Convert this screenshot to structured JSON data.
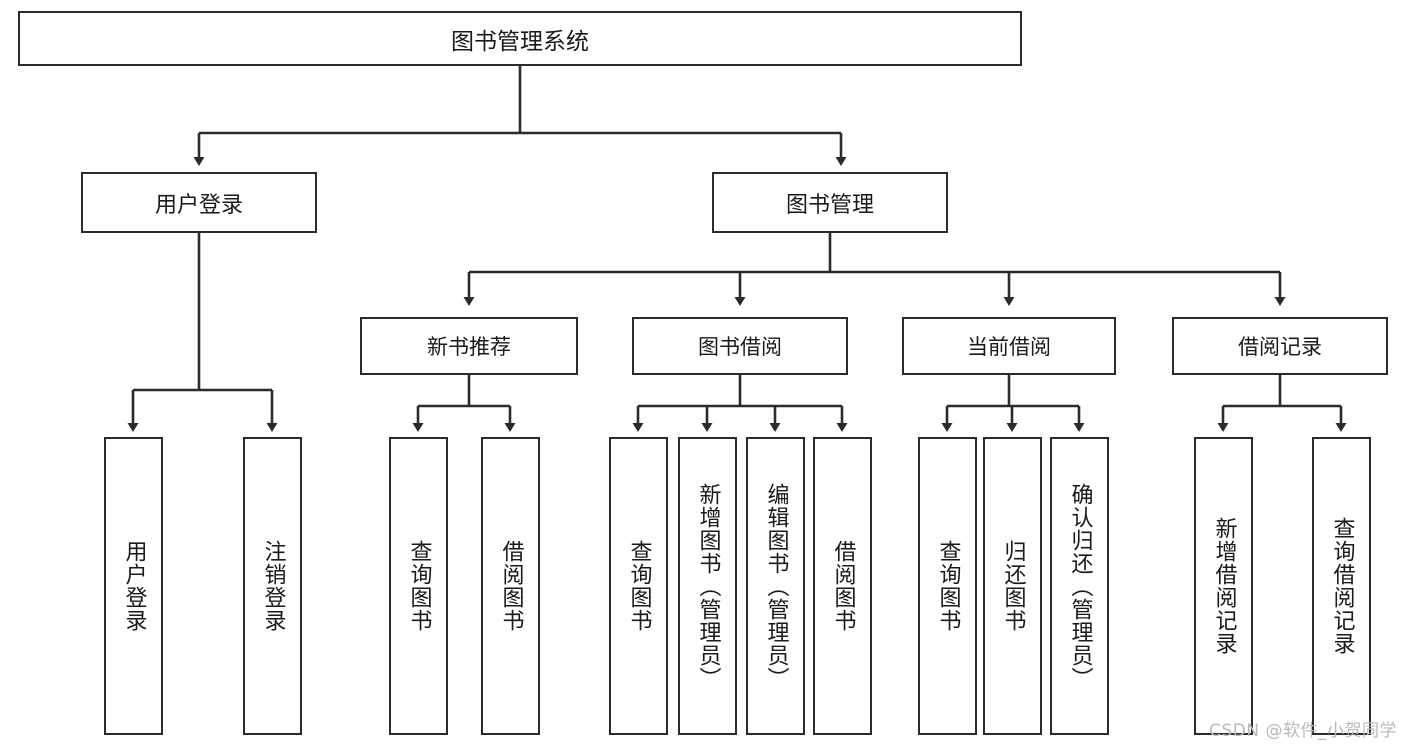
{
  "diagram": {
    "title": "图书管理系统",
    "type": "tree-hierarchy-diagram",
    "root": {
      "id": "root",
      "label": "图书管理系统"
    },
    "level2": [
      {
        "id": "user-login",
        "label": "用户登录"
      },
      {
        "id": "book-management",
        "label": "图书管理"
      }
    ],
    "level3": [
      {
        "id": "new-book-recommend",
        "label": "新书推荐"
      },
      {
        "id": "book-borrow",
        "label": "图书借阅"
      },
      {
        "id": "current-borrow",
        "label": "当前借阅"
      },
      {
        "id": "borrow-record",
        "label": "借阅记录"
      }
    ],
    "leaves": {
      "user_login": [
        {
          "id": "leaf-user-login",
          "label": "用户登录"
        },
        {
          "id": "leaf-logout-login",
          "label": "注销登录"
        }
      ],
      "new_book_recommend": [
        {
          "id": "leaf-query-book-1",
          "label": "查询图书"
        },
        {
          "id": "leaf-borrow-book-1",
          "label": "借阅图书"
        }
      ],
      "book_borrow": [
        {
          "id": "leaf-query-book-2",
          "label": "查询图书"
        },
        {
          "id": "leaf-add-book",
          "label": "新增图书（管理员）"
        },
        {
          "id": "leaf-edit-book",
          "label": "编辑图书（管理员）"
        },
        {
          "id": "leaf-borrow-book-2",
          "label": "借阅图书"
        }
      ],
      "current_borrow": [
        {
          "id": "leaf-query-book-3",
          "label": "查询图书"
        },
        {
          "id": "leaf-return-book",
          "label": "归还图书"
        },
        {
          "id": "leaf-confirm-return",
          "label": "确认归还（管理员）"
        }
      ],
      "borrow_record": [
        {
          "id": "leaf-add-borrow-record",
          "label": "新增借阅记录"
        },
        {
          "id": "leaf-query-borrow-record",
          "label": "查询借阅记录"
        }
      ]
    }
  },
  "watermark": {
    "text": "CSDN @软件_小贺同学"
  },
  "colors": {
    "stroke": "#2b2b2b",
    "background": "#ffffff",
    "text": "#1a1a1a",
    "watermark": "#b9b9b9"
  }
}
